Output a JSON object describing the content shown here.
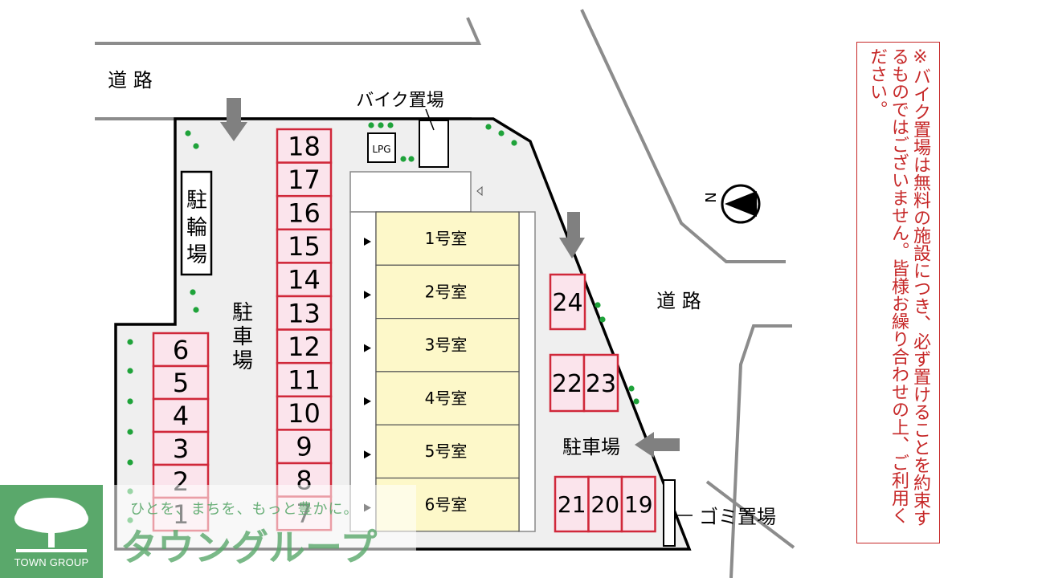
{
  "roads": {
    "top_left": "道 路",
    "right": "道 路"
  },
  "labels": {
    "bike_area": "バイク置場",
    "lpg": "LPG",
    "bicycle_parking": "駐輪場",
    "parking_main": "駐車場",
    "parking_right": "駐車場",
    "garbage": "ゴミ置場",
    "compass": "N"
  },
  "parking_left": [
    "6",
    "5",
    "4",
    "3",
    "2",
    "1"
  ],
  "parking_center": [
    "18",
    "17",
    "16",
    "15",
    "14",
    "13",
    "12",
    "11",
    "10",
    "9",
    "8",
    "7"
  ],
  "parking_right_top": "24",
  "parking_right_mid": [
    "22",
    "23"
  ],
  "parking_right_bottom": [
    "21",
    "20",
    "19"
  ],
  "rooms": [
    "1号室",
    "2号室",
    "3号室",
    "4号室",
    "5号室",
    "6号室"
  ],
  "notice": "※バイク置場は無料の施設につき、必ず置けることを約束するものではございません。皆様お繰り合わせの上、ご利用ください。",
  "logo": {
    "company": "TOWN GROUP",
    "slogan": "ひとを、まちを、もっと豊かに。",
    "brand": "タウングループ"
  },
  "colors": {
    "parking_fill": "#fbe4ec",
    "parking_border": "#d0283a",
    "room_fill": "#fdf8c9",
    "lot_fill": "#efefef",
    "tree": "#1fa33a",
    "arrow": "#808080",
    "notice": "#c62828",
    "logo_green": "#5aa86b"
  }
}
